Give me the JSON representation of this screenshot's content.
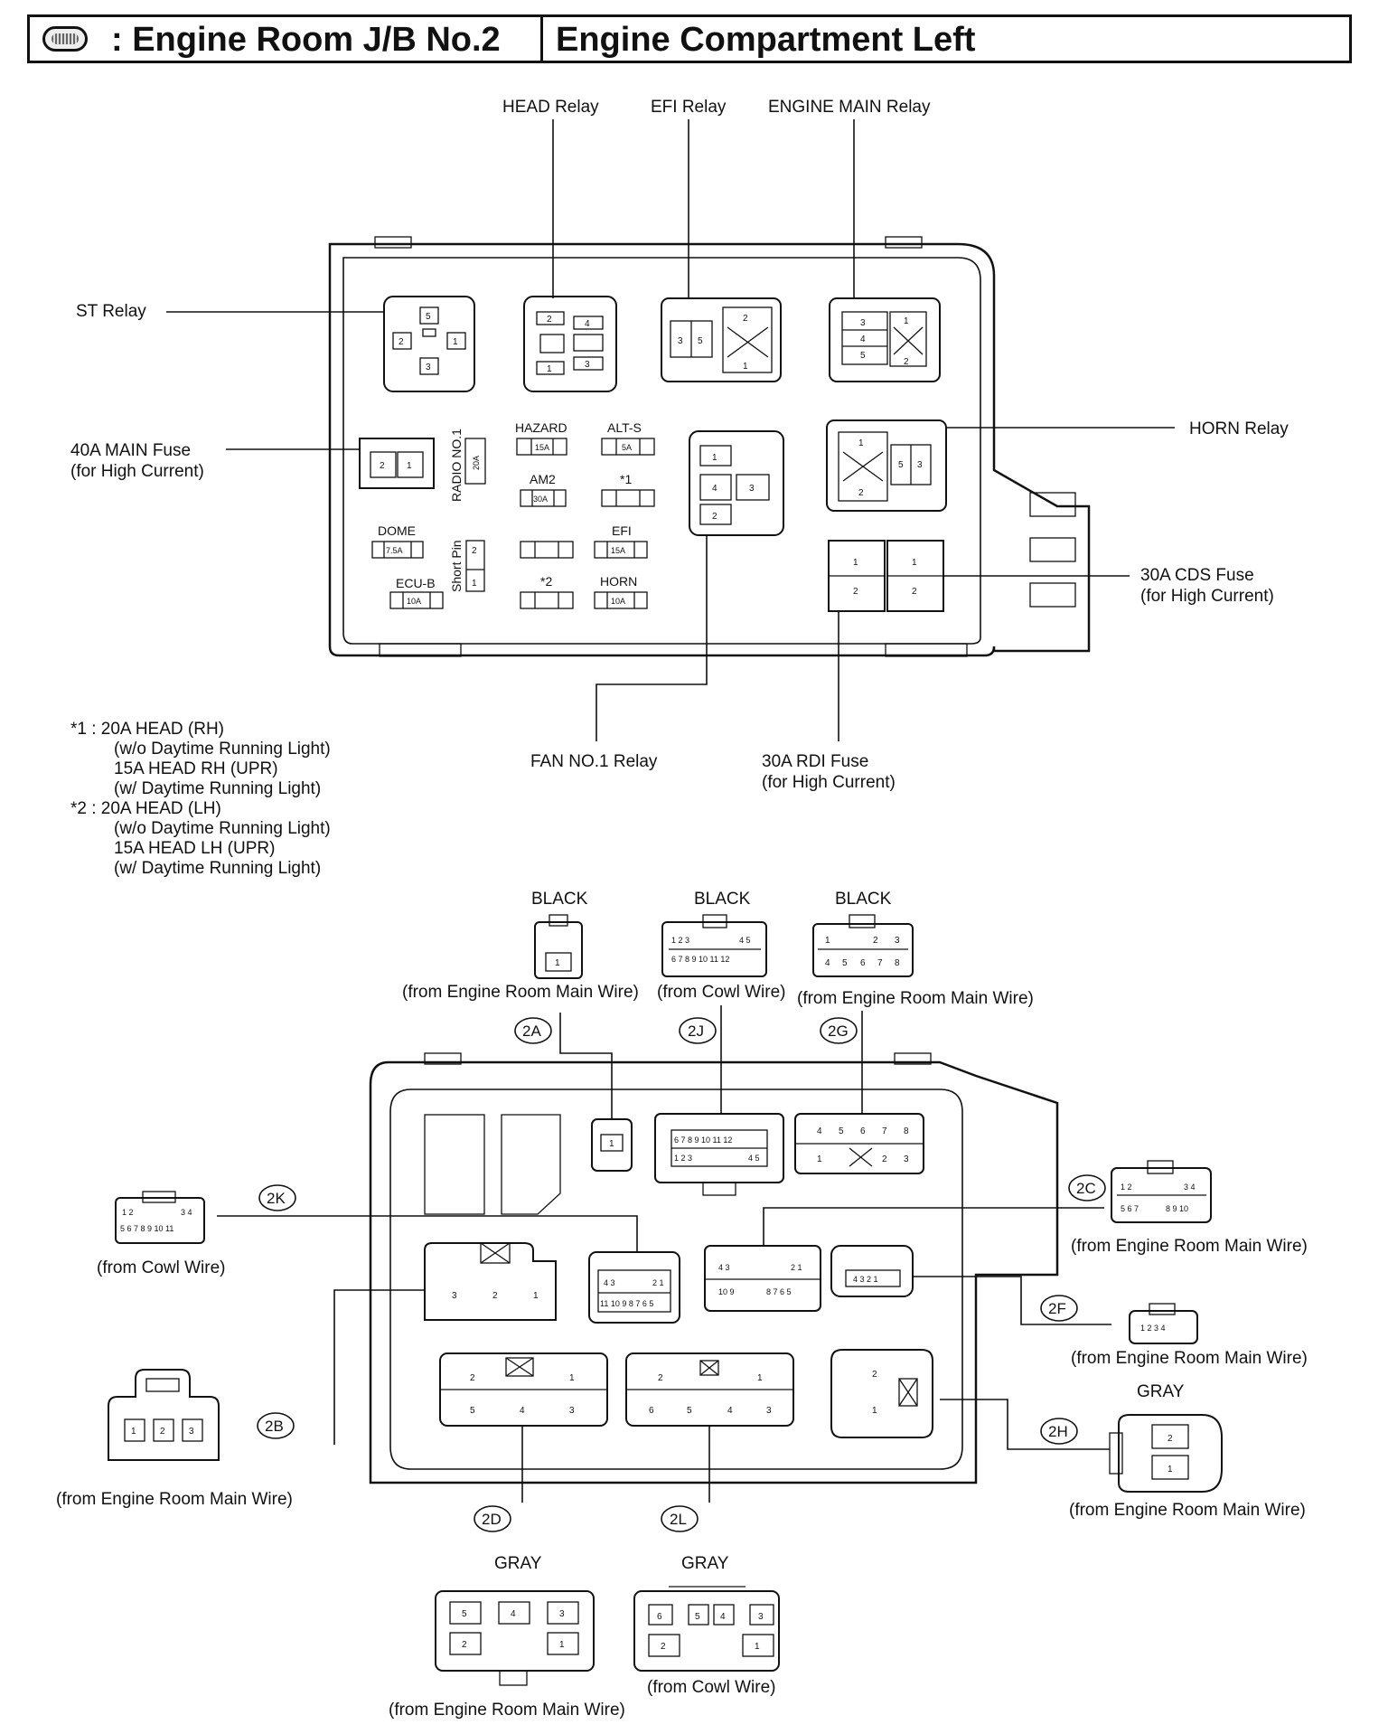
{
  "header": {
    "icon": "fuse-box-icon",
    "title": ": Engine Room J/B No.2",
    "subtitle": "Engine Compartment Left"
  },
  "top_labels": {
    "head_relay": "HEAD Relay",
    "efi_relay": "EFI Relay",
    "engine_main_relay": "ENGINE MAIN Relay",
    "st_relay": "ST Relay",
    "main_fuse_l1": "40A MAIN Fuse",
    "main_fuse_l2": "(for High Current)",
    "horn_relay": "HORN Relay",
    "cds_fuse_l1": "30A CDS Fuse",
    "cds_fuse_l2": "(for High Current)",
    "fan_relay": "FAN NO.1 Relay",
    "rdi_fuse_l1": "30A RDI Fuse",
    "rdi_fuse_l2": "(for High Current)"
  },
  "fuses": {
    "hazard": "HAZARD",
    "hazard_amp": "15A",
    "alts": "ALT-S",
    "alts_amp": "5A",
    "am2": "AM2",
    "am2_amp": "30A",
    "star1": "*1",
    "dome": "DOME",
    "dome_amp": "7.5A",
    "efi": "EFI",
    "efi_amp": "15A",
    "ecub": "ECU-B",
    "ecub_amp": "10A",
    "star2": "*2",
    "horn": "HORN",
    "horn_amp": "10A",
    "radio": "RADIO NO.1",
    "radio_amp": "20A",
    "short_pin": "Short Pin"
  },
  "notes": [
    "*1 :  20A HEAD (RH)",
    "(w/o Daytime Running Light)",
    "15A HEAD RH (UPR)",
    "(w/ Daytime Running Light)",
    "*2 :  20A HEAD (LH)",
    "(w/o Daytime Running Light)",
    "15A HEAD LH (UPR)",
    "(w/ Daytime Running Light)"
  ],
  "connectors": {
    "c2A": {
      "id": "2A",
      "color": "BLACK",
      "from": "(from Engine Room Main Wire)"
    },
    "c2J": {
      "id": "2J",
      "color": "BLACK",
      "from": "(from Cowl Wire)"
    },
    "c2G": {
      "id": "2G",
      "color": "BLACK",
      "from": "(from Engine Room Main Wire)"
    },
    "c2K": {
      "id": "2K",
      "from": "(from Cowl Wire)"
    },
    "c2C": {
      "id": "2C",
      "from": "(from Engine Room Main Wire)"
    },
    "c2F": {
      "id": "2F",
      "from": "(from Engine Room Main Wire)"
    },
    "c2B": {
      "id": "2B",
      "from": "(from Engine Room Main Wire)"
    },
    "c2H": {
      "id": "2H",
      "color": "GRAY",
      "from": "(from Engine Room Main Wire)"
    },
    "c2D": {
      "id": "2D",
      "color": "GRAY",
      "from": "(from Engine Room Main Wire)"
    },
    "c2L": {
      "id": "2L",
      "color": "GRAY",
      "from": "(from Cowl Wire)"
    }
  }
}
